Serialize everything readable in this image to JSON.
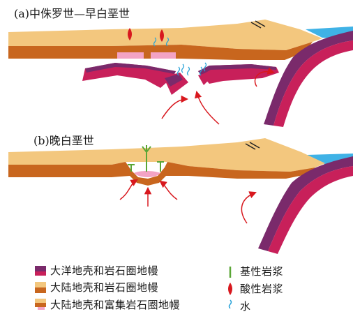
{
  "panels": {
    "a": {
      "title": "(a)中侏罗世—早白垩世"
    },
    "b": {
      "title": "(b)晚白垩世"
    }
  },
  "legend": {
    "left": [
      {
        "label": "大洋地壳和岩石圈地幔",
        "colors": [
          "#7a2a6b",
          "#f3c77e"
        ]
      },
      {
        "label": "大陆地壳和岩石圈地幔",
        "colors": [
          "#f3c77e",
          "#c8661e"
        ]
      },
      {
        "label": "大陆地壳和富集岩石圈地幔",
        "colors": [
          "#f3c77e",
          "#c8661e",
          "#f3a3c4"
        ]
      }
    ],
    "right": [
      {
        "label": "基性岩浆",
        "icon": "mafic-magma-icon",
        "color": "#5aa636"
      },
      {
        "label": "酸性岩浆",
        "icon": "felsic-magma-icon",
        "color": "#d8181e"
      },
      {
        "label": "水",
        "icon": "water-icon",
        "color": "#2aa3d8"
      }
    ]
  },
  "colors": {
    "continental_crust": "#f3c77e",
    "continental_mantle": "#c8661e",
    "oceanic_crust": "#c8205a",
    "oceanic_mantle": "#7a2a6b",
    "enriched_mantle": "#f3a3c4",
    "ocean": "#3fb2e6",
    "arrow": "#d8181e"
  }
}
